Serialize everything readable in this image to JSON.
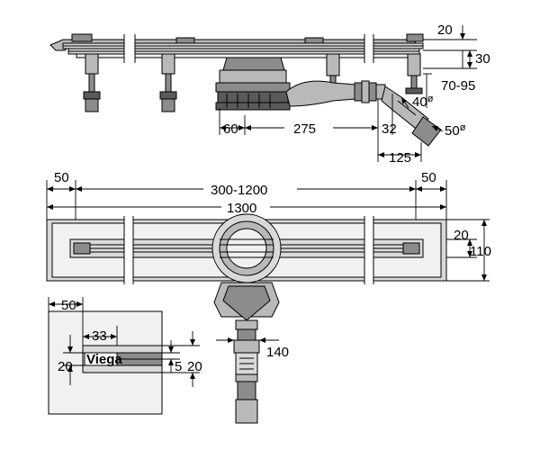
{
  "side_view": {
    "dims": {
      "top_flange": "20",
      "height": "30",
      "adjust_range": "70-95",
      "outlet_inner": "40",
      "outlet_outer": "50",
      "inner_diameter_sign": "ø",
      "outer_diameter_sign": "ø",
      "offset": "60",
      "length": "275",
      "outlet_height": "32",
      "outlet_reach": "125"
    }
  },
  "top_view": {
    "dims": {
      "left_edge": "50",
      "right_edge": "50",
      "grate_range": "300-1200",
      "total_length": "1300",
      "slot_width": "20",
      "total_width": "110",
      "outlet_distance": "140"
    }
  },
  "detail_view": {
    "dims": {
      "edge": "50",
      "logo_width": "33",
      "logo_height": "20",
      "slot": "5",
      "height": "20"
    },
    "logo_text": "Viega"
  }
}
